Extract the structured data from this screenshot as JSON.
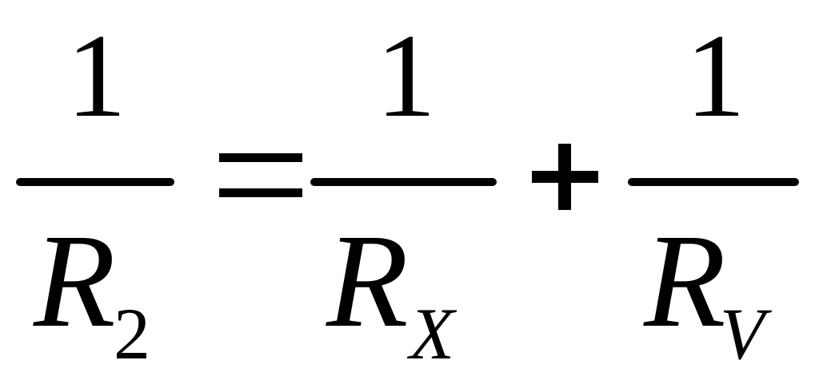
{
  "equation": {
    "left": {
      "numerator": "1",
      "denominator": "R",
      "subscript": "2"
    },
    "equals_sign": "=",
    "term_x": {
      "numerator": "1",
      "denominator": "R",
      "subscript": "X"
    },
    "plus_sign": "+",
    "term_v": {
      "numerator": "1",
      "denominator": "R",
      "subscript": "V"
    }
  }
}
